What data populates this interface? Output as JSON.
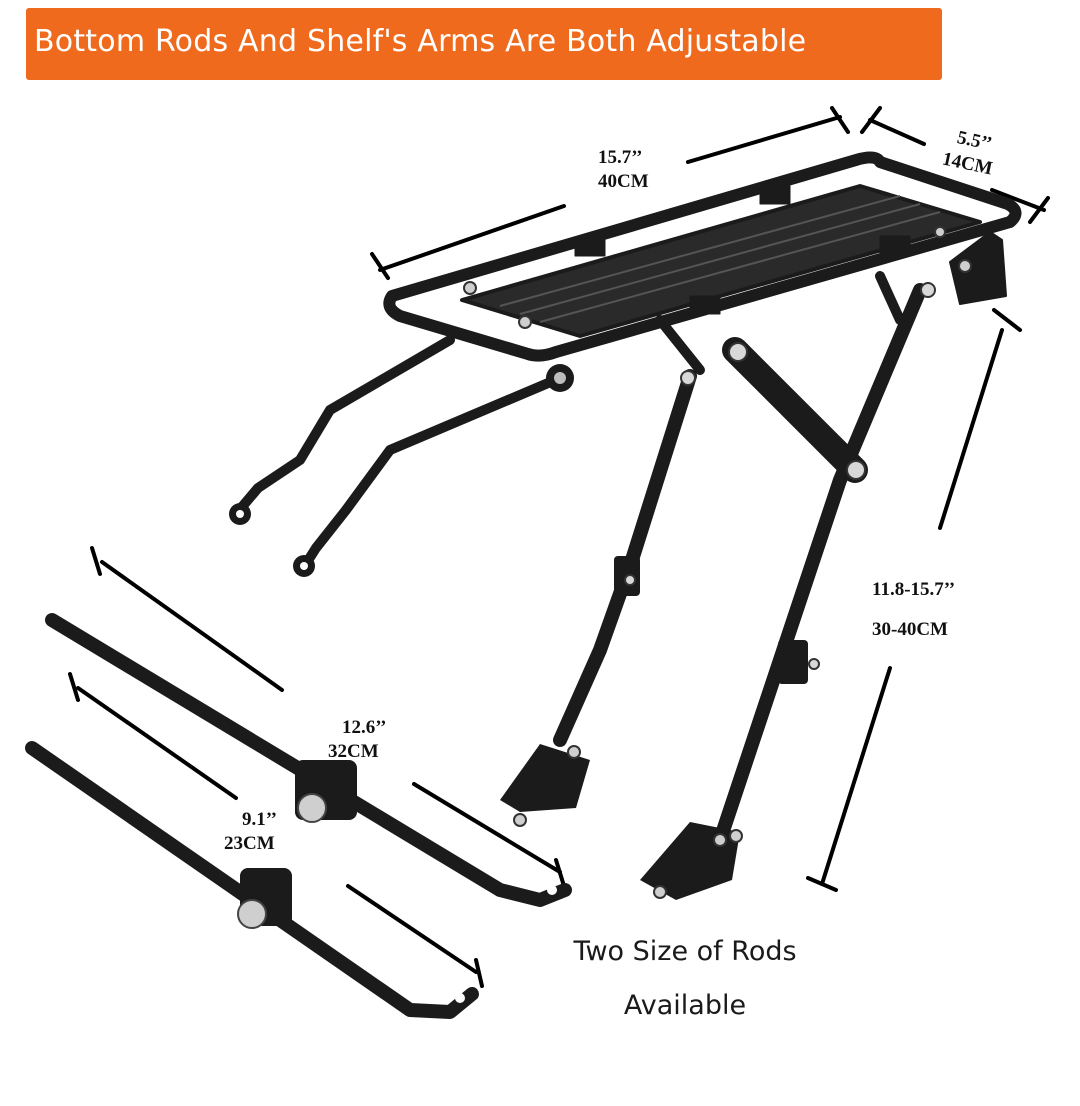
{
  "banner": {
    "text": "Bottom Rods And Shelf's Arms Are Both Adjustable"
  },
  "dimensions": {
    "length": {
      "inches": "15.7’’",
      "cm": "40CM"
    },
    "width": {
      "inches": "5.5’’",
      "cm": "14CM"
    },
    "height": {
      "inches": "11.8-15.7’’",
      "cm": "30-40CM"
    },
    "long_rod": {
      "inches": "12.6’’",
      "cm": "32CM"
    },
    "short_rod": {
      "inches": "9.1’’",
      "cm": "23CM"
    }
  },
  "caption": {
    "line1": "Two Size of Rods",
    "line2": "Available"
  },
  "colors": {
    "banner": "#f06a1d",
    "rack": "#1b1b1b",
    "text": "#111111"
  },
  "icons": [
    "bike-rack-illustration",
    "rod-illustration",
    "dimension-line"
  ]
}
